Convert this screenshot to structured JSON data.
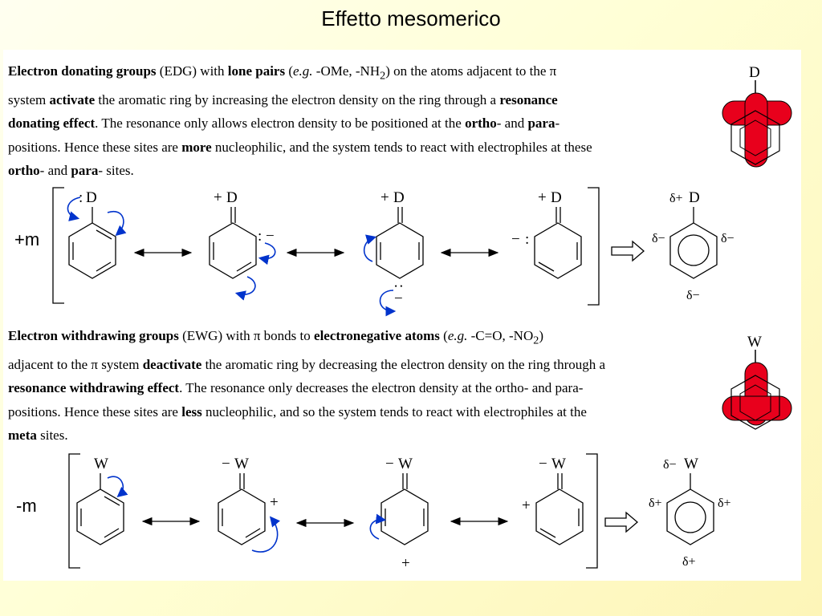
{
  "title": "Effetto mesomerico",
  "edg": {
    "p1": {
      "b1": "Electron donating groups",
      "t1": " (EDG) with ",
      "b2": "lone pairs",
      "t2": " (",
      "i1": "e.g.",
      "t3": " -OMe, -NH",
      "sub1": "2",
      "t4": ") on the atoms adjacent to the π"
    },
    "p2": {
      "t1": "system ",
      "b1": "activate",
      "t2": " the aromatic ring by increasing the electron density on the ring through a ",
      "b2": "resonance"
    },
    "p3": {
      "b1": "donating effect",
      "t1": ".  The resonance only allows electron density to be positioned at the ",
      "b2": "ortho",
      "t2": "- and ",
      "b3": "para",
      "t3": "-"
    },
    "p4": {
      "t1": "positions. Hence these sites are ",
      "b1": "more",
      "t2": " nucleophilic, and the system tends to react with electrophiles at these"
    },
    "p5": {
      "b1": "ortho",
      "t1": "- and ",
      "b2": "para",
      "t2": "- sites."
    },
    "side_label": "+m",
    "group": "D",
    "charge_plus": "+",
    "lone_pair": ":",
    "minus": "−",
    "delta_plus": "δ+",
    "delta_minus": "δ−"
  },
  "ewg": {
    "p1": {
      "b1": "Electron withdrawing groups",
      "t1": " (EWG) with π bonds to ",
      "b2": "electronegative atoms",
      "t2": " (",
      "i1": "e.g.",
      "t3": " -C=O, -NO",
      "sub1": "2",
      "t4": ")"
    },
    "p2": {
      "t1": "adjacent to the π system ",
      "b1": "deactivate",
      "t2": " the aromatic ring by decreasing the electron density on the ring through a"
    },
    "p3": {
      "b1": "resonance withdrawing effect",
      "t1": ".  The resonance only decreases the electron density at the ortho- and para-"
    },
    "p4": {
      "t1": "positions. Hence these sites are ",
      "b1": "less",
      "t2": " nucleophilic, and so the system tends to react with electrophiles at the"
    },
    "p5": {
      "b1": "meta",
      "t1": " sites."
    },
    "side_label": "-m",
    "group": "W",
    "charge_plus": "+",
    "minus": "−",
    "delta_plus": "δ+",
    "delta_minus": "δ−"
  },
  "colors": {
    "highlight": "#e8001c",
    "curly_arrow": "#0033cc"
  }
}
